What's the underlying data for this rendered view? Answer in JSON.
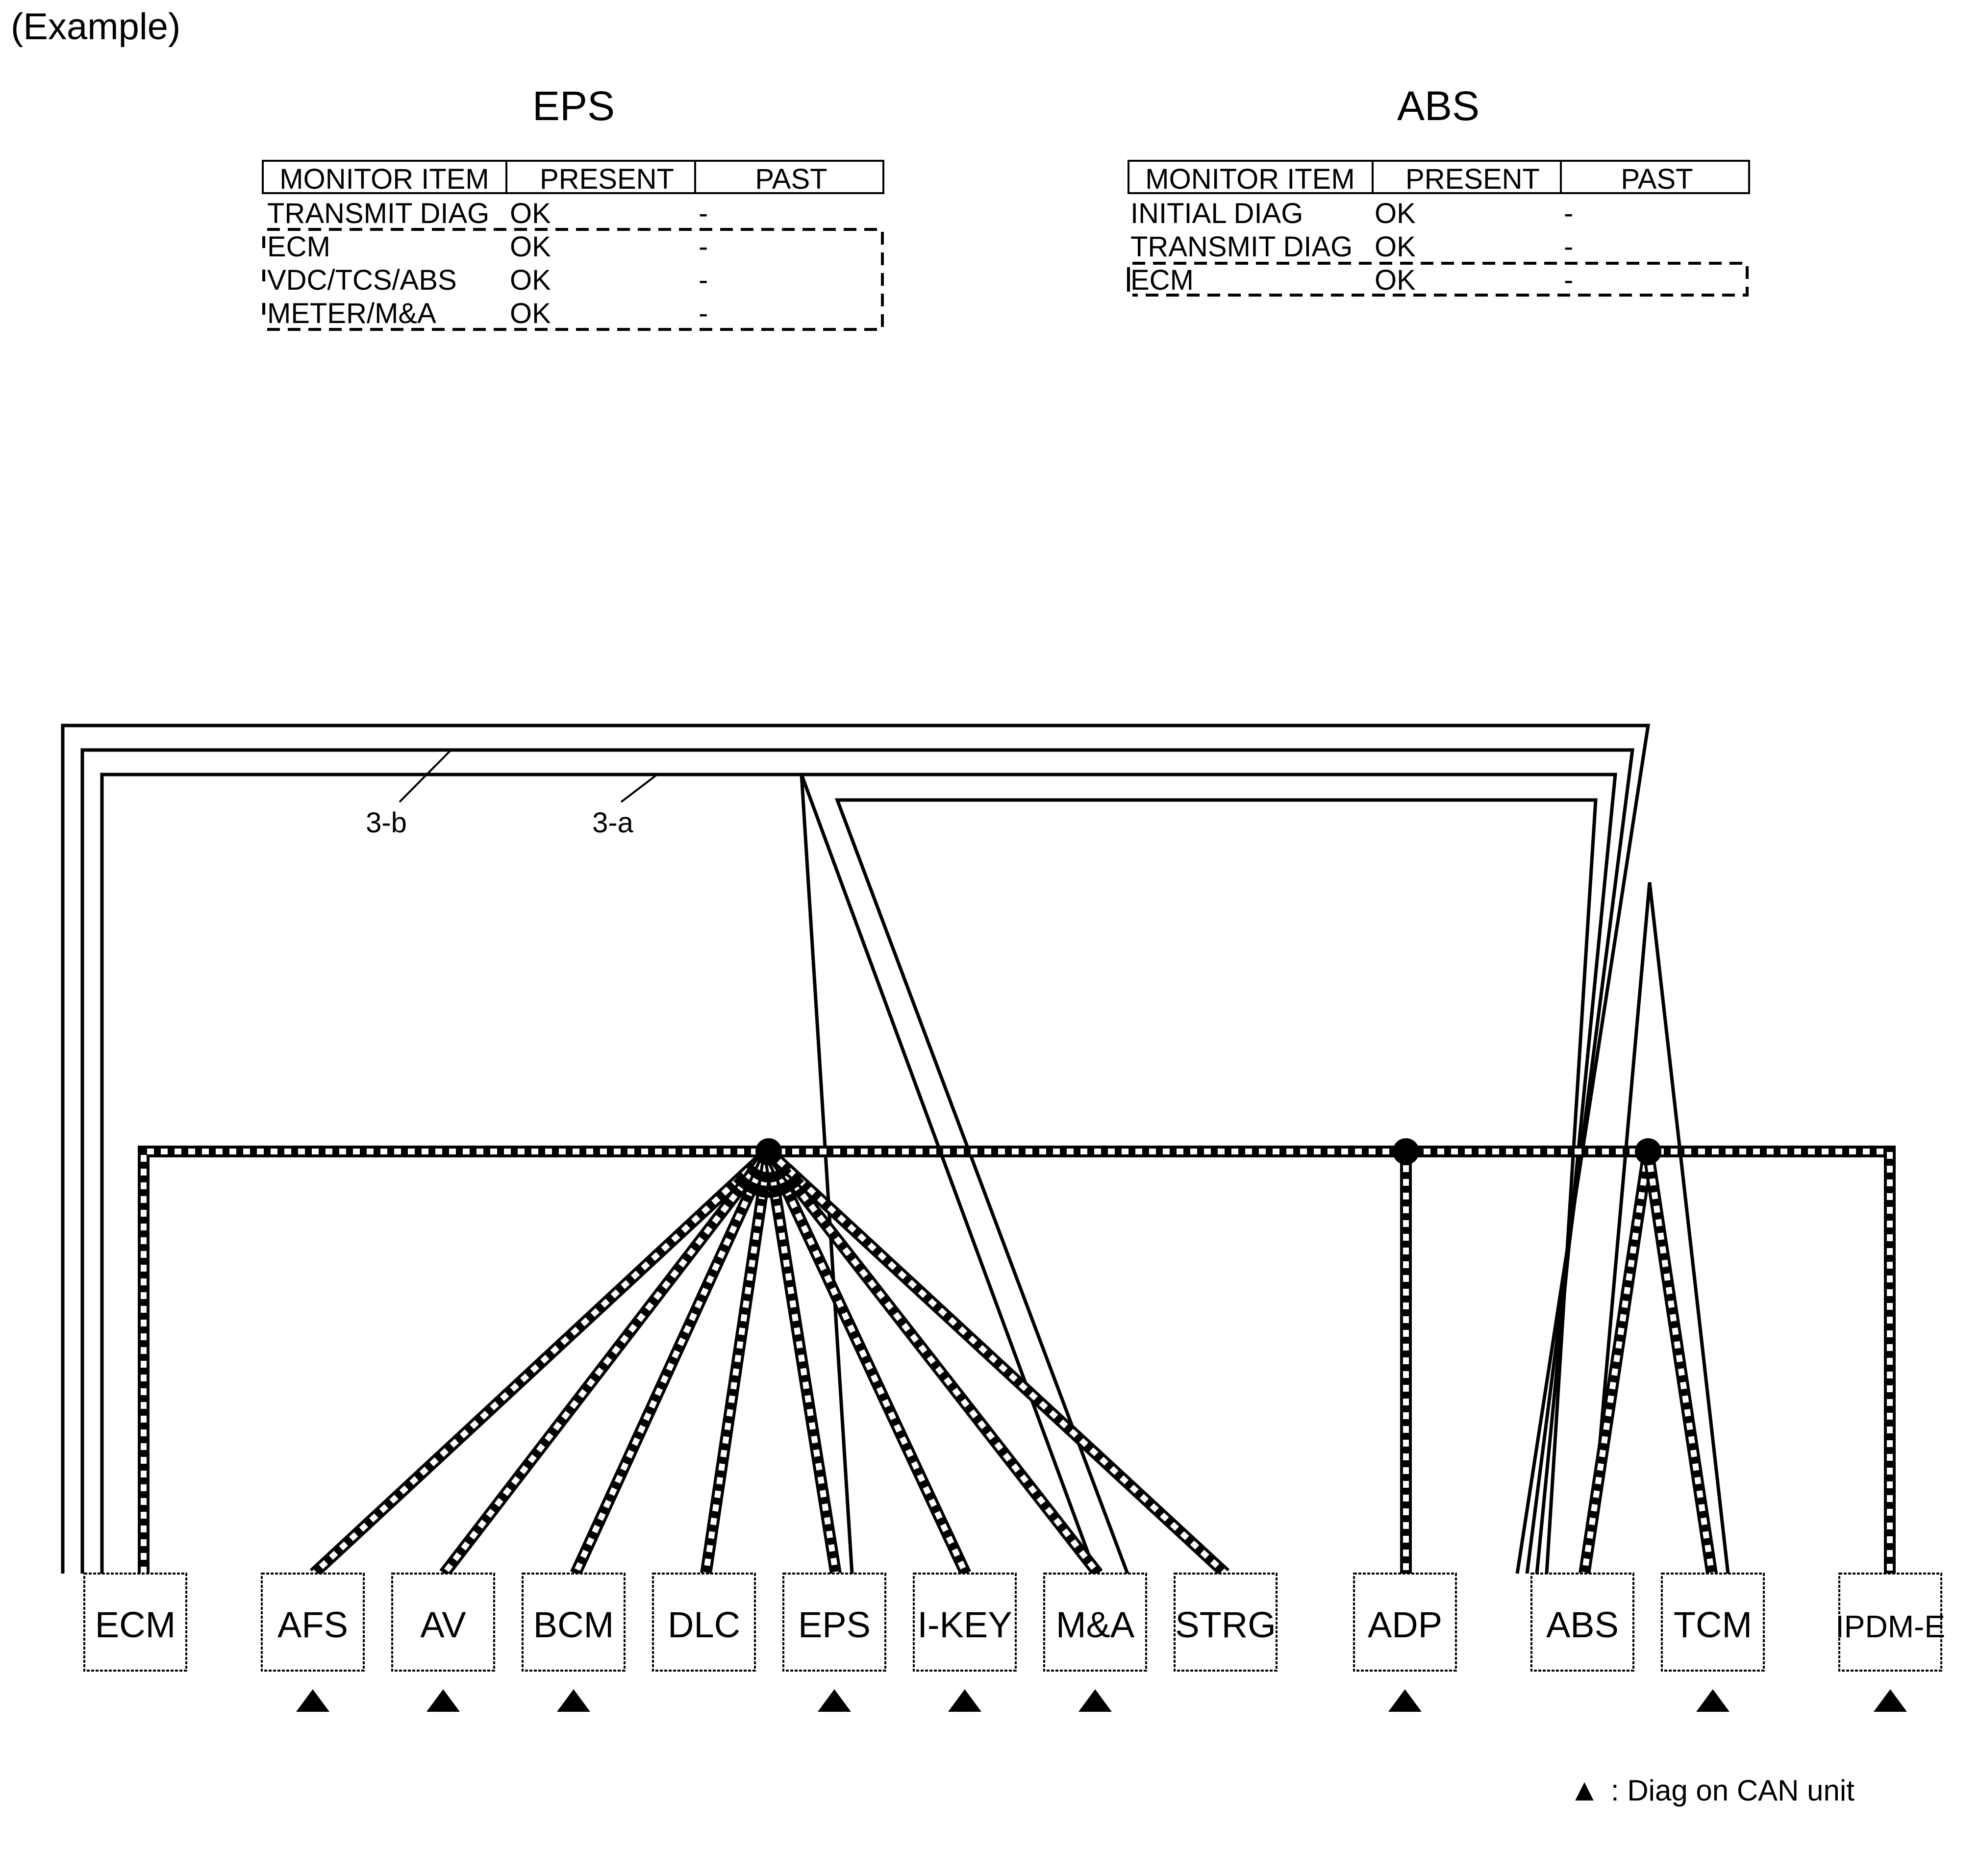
{
  "example_label": "(Example)",
  "eps_table": {
    "title": "EPS",
    "headers": [
      "MONITOR ITEM",
      "PRESENT",
      "PAST"
    ],
    "rows": [
      [
        "TRANSMIT DIAG",
        "OK",
        "-"
      ],
      [
        "ECM",
        "OK",
        "-"
      ],
      [
        "VDC/TCS/ABS",
        "OK",
        "-"
      ],
      [
        "METER/M&A",
        "OK",
        "-"
      ]
    ]
  },
  "abs_table": {
    "title": "ABS",
    "headers": [
      "MONITOR ITEM",
      "PRESENT",
      "PAST"
    ],
    "rows": [
      [
        "INITIAL DIAG",
        "OK",
        "-"
      ],
      [
        "TRANSMIT DIAG",
        "OK",
        "-"
      ],
      [
        "ECM",
        "OK",
        "-"
      ]
    ]
  },
  "line_labels": {
    "a": "3-a",
    "b": "3-b"
  },
  "units": [
    "ECM",
    "AFS",
    "AV",
    "BCM",
    "DLC",
    "EPS",
    "I-KEY",
    "M&A",
    "STRG",
    "ADP",
    "ABS",
    "TCM",
    "IPDM-E"
  ],
  "diag_on_can_units": [
    "AFS",
    "AV",
    "BCM",
    "EPS",
    "I-KEY",
    "M&A",
    "ADP",
    "TCM",
    "IPDM-E"
  ],
  "legend": {
    "symbol": "▲",
    "text": ": Diag on CAN unit"
  }
}
